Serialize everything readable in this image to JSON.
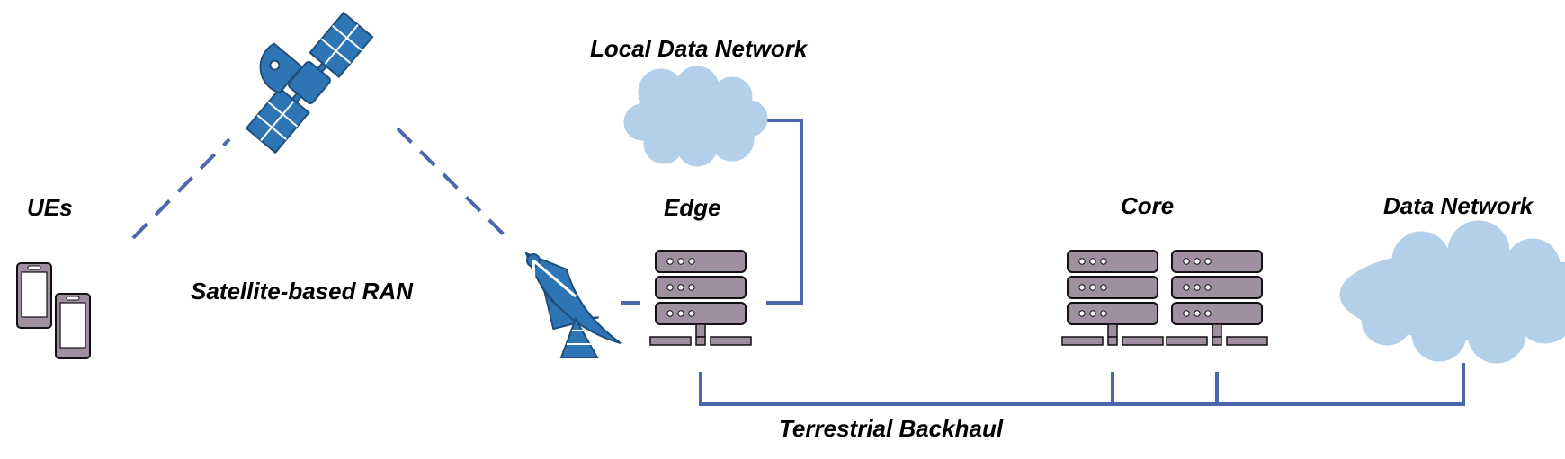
{
  "labels": {
    "ues": "UEs",
    "satellite_ran": "Satellite-based RAN",
    "local_data_network": "Local Data Network",
    "edge": "Edge",
    "core": "Core",
    "data_network": "Data Network",
    "terrestrial_backhaul": "Terrestrial Backhaul"
  },
  "colors": {
    "link": "#4a66ad",
    "satellite": "#2e75b6",
    "server_fill": "#9f8fa0",
    "server_stroke": "#111111",
    "cloud": "#b4cfe9",
    "device": "#9f8fa0"
  },
  "icons": {
    "satellite": "satellite-icon",
    "dish": "satellite-dish-icon",
    "phone": "smartphone-icon",
    "server": "server-rack-icon",
    "cloud": "cloud-icon"
  }
}
